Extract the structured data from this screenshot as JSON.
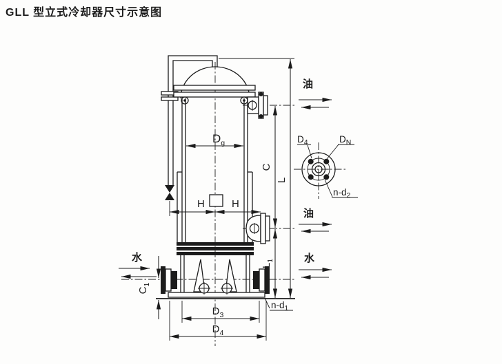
{
  "title": "GLL 型立式冷却器尺寸示意图",
  "labels": {
    "dg": {
      "base": "D",
      "sub": "g"
    },
    "h_left": "H",
    "h_right": "H",
    "c": "C",
    "l": "L",
    "l1": {
      "base": "L",
      "sub": "1"
    },
    "c1": {
      "base": "C",
      "sub": "1"
    },
    "d3": {
      "base": "D",
      "sub": "3"
    },
    "d4_bottom": {
      "base": "D",
      "sub": "4"
    },
    "n_d1": {
      "base": "n-d",
      "sub": "1"
    }
  },
  "detail": {
    "d4": {
      "base": "D",
      "sub": "4"
    },
    "dn": {
      "base": "D",
      "sub": "N"
    },
    "n_d2": {
      "base": "n-d",
      "sub": "2"
    }
  },
  "fluids": {
    "oil_top": "油",
    "oil_mid": "油",
    "water_right": "水",
    "water_left": "水"
  },
  "colors": {
    "ink": "#1c1c1c",
    "paper": "#fdfdfc"
  }
}
